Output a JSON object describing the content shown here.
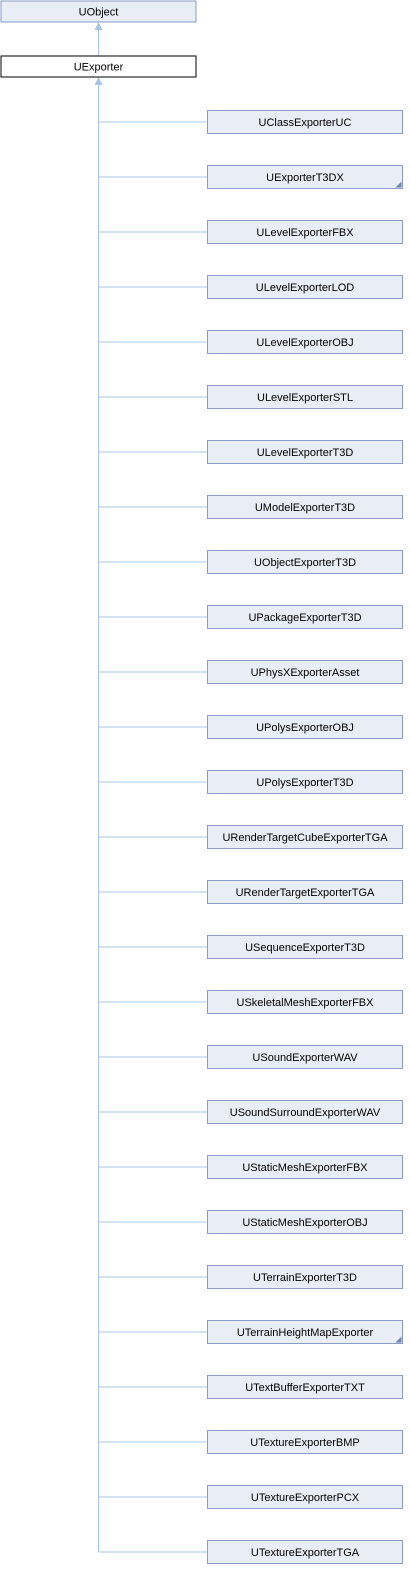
{
  "diagram": {
    "root": {
      "label": "UObject"
    },
    "base": {
      "label": "UExporter"
    },
    "subclasses": [
      {
        "label": "UClassExporterUC",
        "truncated": false
      },
      {
        "label": "UExporterT3DX",
        "truncated": true
      },
      {
        "label": "ULevelExporterFBX",
        "truncated": false
      },
      {
        "label": "ULevelExporterLOD",
        "truncated": false
      },
      {
        "label": "ULevelExporterOBJ",
        "truncated": false
      },
      {
        "label": "ULevelExporterSTL",
        "truncated": false
      },
      {
        "label": "ULevelExporterT3D",
        "truncated": false
      },
      {
        "label": "UModelExporterT3D",
        "truncated": false
      },
      {
        "label": "UObjectExporterT3D",
        "truncated": false
      },
      {
        "label": "UPackageExporterT3D",
        "truncated": false
      },
      {
        "label": "UPhysXExporterAsset",
        "truncated": false
      },
      {
        "label": "UPolysExporterOBJ",
        "truncated": false
      },
      {
        "label": "UPolysExporterT3D",
        "truncated": false
      },
      {
        "label": "URenderTargetCubeExporterTGA",
        "truncated": false
      },
      {
        "label": "URenderTargetExporterTGA",
        "truncated": false
      },
      {
        "label": "USequenceExporterT3D",
        "truncated": false
      },
      {
        "label": "USkeletalMeshExporterFBX",
        "truncated": false
      },
      {
        "label": "USoundExporterWAV",
        "truncated": false
      },
      {
        "label": "USoundSurroundExporterWAV",
        "truncated": false
      },
      {
        "label": "UStaticMeshExporterFBX",
        "truncated": false
      },
      {
        "label": "UStaticMeshExporterOBJ",
        "truncated": false
      },
      {
        "label": "UTerrainExporterT3D",
        "truncated": false
      },
      {
        "label": "UTerrainHeightMapExporter",
        "truncated": true
      },
      {
        "label": "UTextBufferExporterTXT",
        "truncated": false
      },
      {
        "label": "UTextureExporterBMP",
        "truncated": false
      },
      {
        "label": "UTextureExporterPCX",
        "truncated": false
      },
      {
        "label": "UTextureExporterTGA",
        "truncated": false
      }
    ]
  },
  "colors": {
    "node_fill": "#e8edf6",
    "node_stroke": "#8a9cc4",
    "base_fill": "#ffffff",
    "base_stroke": "#000000",
    "edge": "#a8c4e6",
    "truncated_marker": "#6f84ad",
    "text": "#000000"
  }
}
